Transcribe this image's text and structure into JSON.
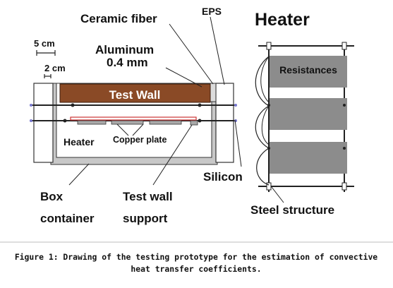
{
  "diagram": {
    "labels": {
      "ceramic_fiber": "Ceramic fiber",
      "eps": "EPS",
      "heater_title": "Heater",
      "scale_5cm": "5 cm",
      "scale_2cm": "2 cm",
      "aluminum": "Aluminum",
      "aluminum_thickness": "0.4 mm",
      "test_wall": "Test Wall",
      "heater": "Heater",
      "copper_plate": "Copper plate",
      "silicon": "Silicon",
      "box": "Box",
      "container": "container",
      "test_wall_line1": "Test wall",
      "test_wall_line2": "support",
      "resistances": "Resistances",
      "steel_structure": "Steel structure"
    },
    "caption": {
      "line1": "Figure 1: Drawing of the testing prototype for the estimation of convective",
      "line2": "heat transfer coefficients."
    },
    "colors": {
      "test_wall": "#8a4a26",
      "box_gray": "#c8c8c8",
      "resistance_gray": "#8c8c8c",
      "heater_strip": "#cc3333"
    }
  }
}
